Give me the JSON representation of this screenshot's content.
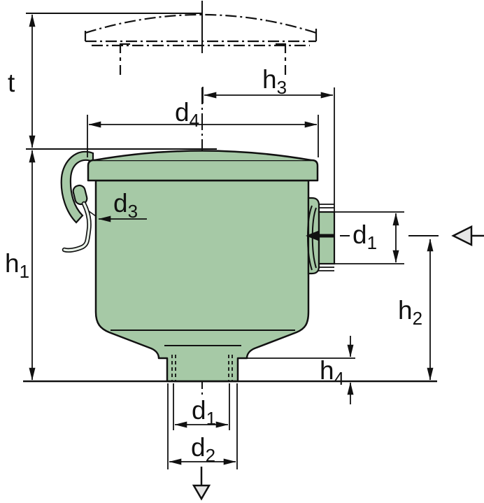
{
  "labels": {
    "t": {
      "base": "t",
      "sub": ""
    },
    "h1": {
      "base": "h",
      "sub": "1"
    },
    "h2": {
      "base": "h",
      "sub": "2"
    },
    "h3": {
      "base": "h",
      "sub": "3"
    },
    "h4": {
      "base": "h",
      "sub": "4"
    },
    "d1_side": {
      "base": "d",
      "sub": "1"
    },
    "d1_bottom": {
      "base": "d",
      "sub": "1"
    },
    "d2": {
      "base": "d",
      "sub": "2"
    },
    "d3": {
      "base": "d",
      "sub": "3"
    },
    "d4": {
      "base": "d",
      "sub": "4"
    }
  },
  "colors": {
    "background": "#ffffff",
    "housing_fill": "#a6c9a6",
    "clip_wire_fill": "#e9f2e9",
    "flow_arrow_fill": "#e6e6e6",
    "line": "#111111"
  }
}
